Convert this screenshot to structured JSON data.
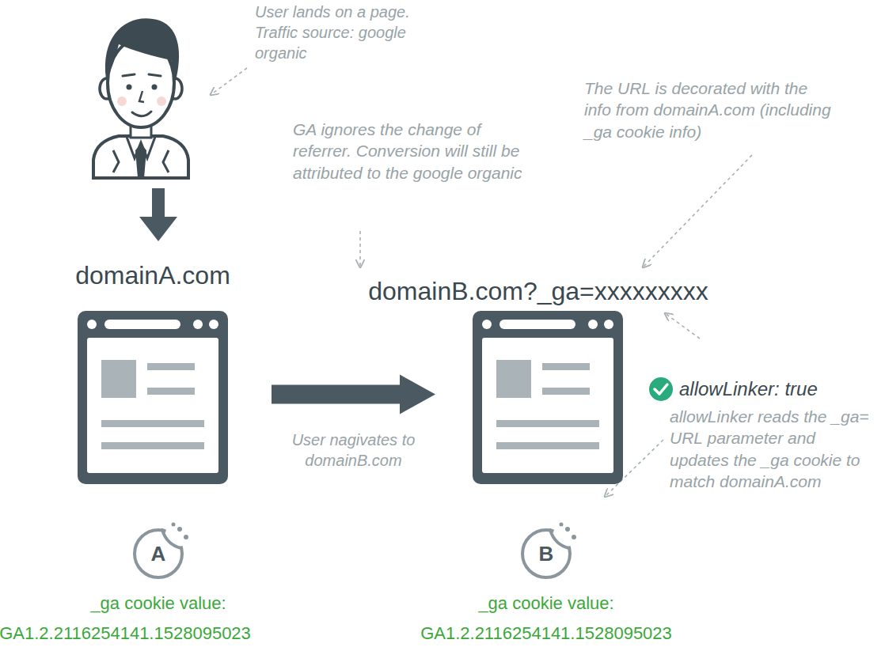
{
  "diagram": {
    "nodes": [
      {
        "text": [
          "domainA.com"
        ]
      },
      {
        "text": [
          "domainB.com?_ga=xxxxxxxxx"
        ]
      },
      {
        "text": [
          "A"
        ]
      },
      {
        "text": [
          "B"
        ]
      }
    ],
    "edges": [
      {
        "from": 0,
        "to": 1,
        "arrow": "to",
        "label": "User nagivates to domainB.com"
      }
    ],
    "labels": [
      "User lands on a page. Traffic source: google organic",
      "GA ignores the change of referrer. Conversion will still be attributed to the google organic",
      "The URL is decorated with the info from domainA.com (including _ga cookie info)",
      "allowLinker: true",
      "allowLinker reads the _ga= URL parameter and updates the _ga cookie to match domainA.com",
      "_ga cookie value:",
      "GA1.2.2116254141.1528095023",
      "_ga cookie value:",
      "GA1.2.2116254141.1528095023"
    ]
  }
}
